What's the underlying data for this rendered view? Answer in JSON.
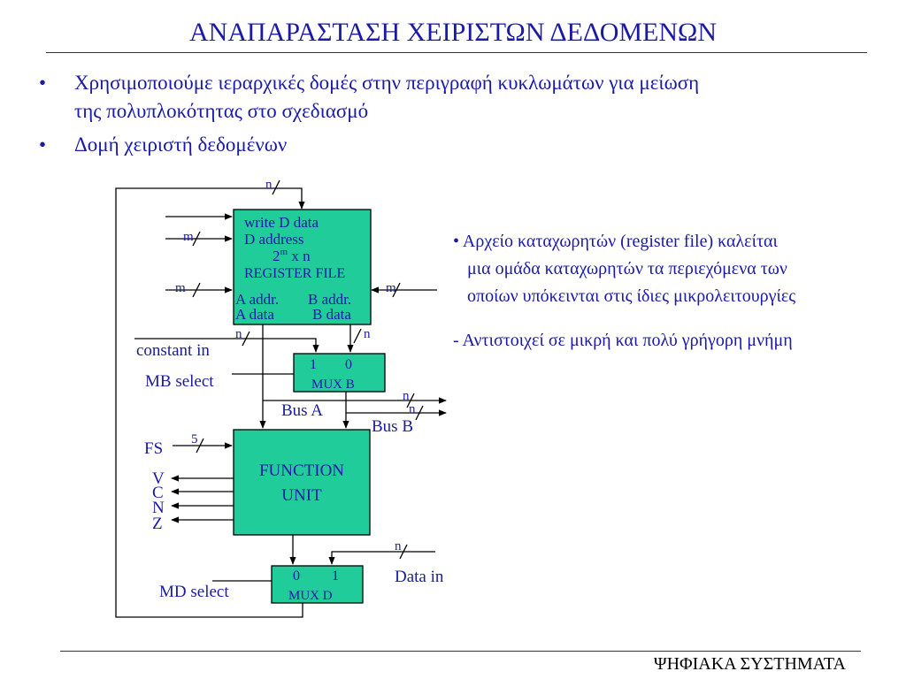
{
  "slide": {
    "title": "ΑΝΑΠΑΡΑΣΤΑΣΗ ΧΕΙΡΙΣΤΩΝ ΔΕΔΟΜΕΝΩΝ",
    "bullets": [
      {
        "line1": "Χρησιμοποιούμε ιεραρχικές δομές στην περιγραφή κυκλωμάτων για μείωση",
        "line2": "της πολυπλοκότητας στο σχεδιασμό"
      },
      {
        "line1": "Δομή χειριστή δεδομένων",
        "line2": ""
      }
    ],
    "bullet_marker": "•",
    "side_notes": {
      "line1": "• Αρχείο καταχωρητών (register file) καλείται",
      "line2": "μια ομάδα καταχωρητών τα περιεχόμενα των",
      "line3": "οποίων υπόκεινται στις ίδιες μικρολειτουργίες",
      "line4": "- Αντιστοιχεί σε μικρή και πολύ γρήγορη μνήμη"
    },
    "footer": "ΨΗΦΙΑΚΑ ΣΥΣΤΗΜΑΤΑ"
  },
  "diagram": {
    "colors": {
      "block": "#1fcc9a",
      "line": "#000000",
      "text": "#1a1aa6"
    },
    "register_file": {
      "write_d_data": "write  D data",
      "d_address": "D address",
      "size_base": "2",
      "size_exp": "m",
      "size_rest": " x n",
      "name": "REGISTER FILE",
      "a_addr": "A addr.",
      "b_addr": "B addr.",
      "a_data": "A data",
      "b_data": "B data"
    },
    "mux_b": {
      "in1": "1",
      "in0": "0",
      "name": "MUX B"
    },
    "function_unit": {
      "line1": "FUNCTION",
      "line2": "UNIT"
    },
    "mux_d": {
      "in0": "0",
      "in1": "1",
      "name": "MUX D"
    },
    "labels": {
      "n": "n",
      "m": "m",
      "five": "5",
      "constant_in": "constant in",
      "mb_select": "MB select",
      "bus_a": "Bus A",
      "bus_b": "Bus B",
      "fs": "FS",
      "v": "V",
      "c": "C",
      "n_flag": "N",
      "z": "Z",
      "data_in": "Data in",
      "md_select": "MD select"
    }
  }
}
